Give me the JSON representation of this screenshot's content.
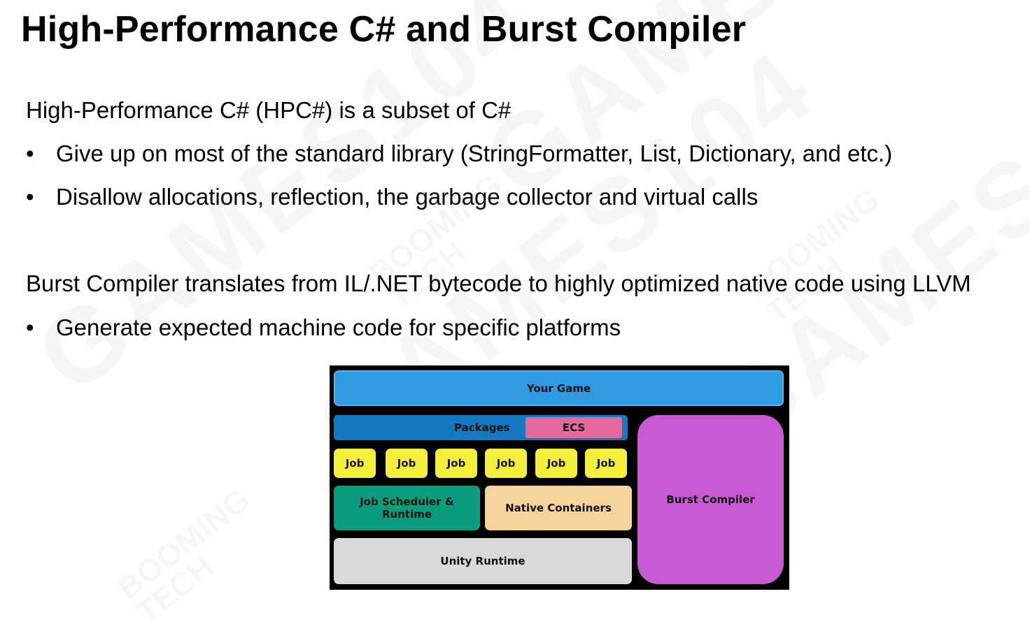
{
  "slide": {
    "title": "High-Performance C# and Burst Compiler",
    "lead1": "High-Performance C# (HPC#) is a subset of C#",
    "bullets1": [
      "Give up on most of the standard library (StringFormatter, List, Dictionary, and etc.)",
      "Disallow allocations, reflection, the garbage collector and virtual calls"
    ],
    "lead2": "Burst Compiler translates from IL/.NET bytecode to highly optimized native code using LLVM",
    "bullets2": [
      "Generate expected machine code for specific platforms"
    ],
    "bullet_symbol": "•"
  },
  "diagram": {
    "your_game": "Your Game",
    "packages": "Packages",
    "ecs": "ECS",
    "jobs": [
      "Job",
      "Job",
      "Job",
      "Job",
      "Job",
      "Job"
    ],
    "job_scheduler": "Job Scheduler & Runtime",
    "native_containers": "Native Containers",
    "unity_runtime": "Unity Runtime",
    "burst_compiler": "Burst Compiler"
  },
  "watermark": {
    "games": "GAMES104",
    "booming": "BOOMING",
    "tech": "TECH"
  },
  "colors": {
    "your_game": "#2f9be3",
    "packages": "#1479c1",
    "ecs": "#e5699e",
    "job": "#f4ef3a",
    "job_scheduler": "#0a9d7d",
    "native_containers": "#f6d39b",
    "unity_runtime": "#d9d9d9",
    "burst_compiler": "#c85bd4"
  }
}
